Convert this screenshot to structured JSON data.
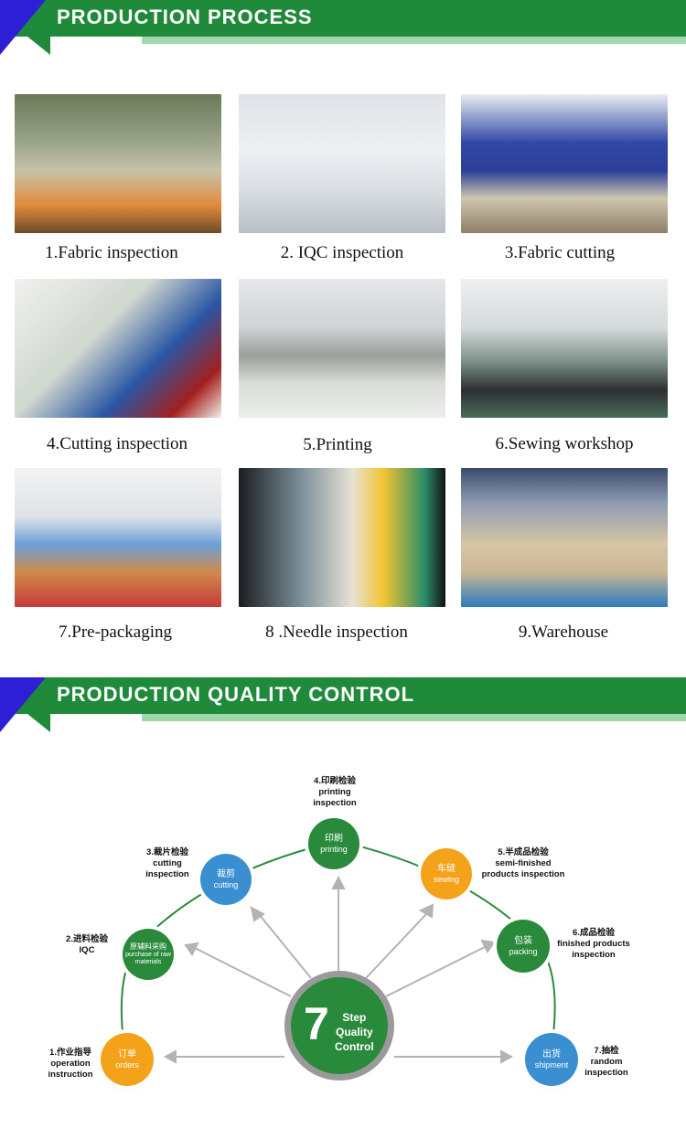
{
  "process": {
    "title": "PRODUCTION PROCESS",
    "steps": [
      "1.Fabric inspection",
      "2. IQC inspection",
      "3.Fabric cutting",
      "4.Cutting  inspection",
      "5.Printing",
      "6.Sewing workshop",
      "7.Pre-packaging",
      "8 .Needle inspection",
      "9.Warehouse"
    ]
  },
  "quality": {
    "title": "PRODUCTION QUALITY CONTROL",
    "center": {
      "number": "7",
      "line1": "Step",
      "line2": "Quality",
      "line3": "Control"
    },
    "nodes": [
      {
        "zh": "订单",
        "en": "orders",
        "label_zh": "1.作业指导",
        "label_en": "operation instruction"
      },
      {
        "zh": "原辅料采购",
        "en": "purchase of raw materials",
        "label_zh": "2.进料检验",
        "label_en": "IQC"
      },
      {
        "zh": "裁剪",
        "en": "cutting",
        "label_zh": "3.裁片检验",
        "label_en": "cutting inspection"
      },
      {
        "zh": "印刷",
        "en": "printing",
        "label_zh": "4.印刷检验",
        "label_en": "printing inspection"
      },
      {
        "zh": "车缝",
        "en": "sewing",
        "label_zh": "5.半成品检验",
        "label_en": "semi-finished products inspection"
      },
      {
        "zh": "包装",
        "en": "packing",
        "label_zh": "6.成品检验",
        "label_en": "finished products inspection"
      },
      {
        "zh": "出货",
        "en": "shipment",
        "label_zh": "7.抽检",
        "label_en": "random inspection"
      }
    ]
  },
  "colors": {
    "green": "#1f8a3a",
    "light_green": "#9fd8a9",
    "blue_triangle": "#2c1fd6",
    "orange": "#f5a21b",
    "blue": "#3a8fd1",
    "node_green": "#2a8a3c"
  }
}
